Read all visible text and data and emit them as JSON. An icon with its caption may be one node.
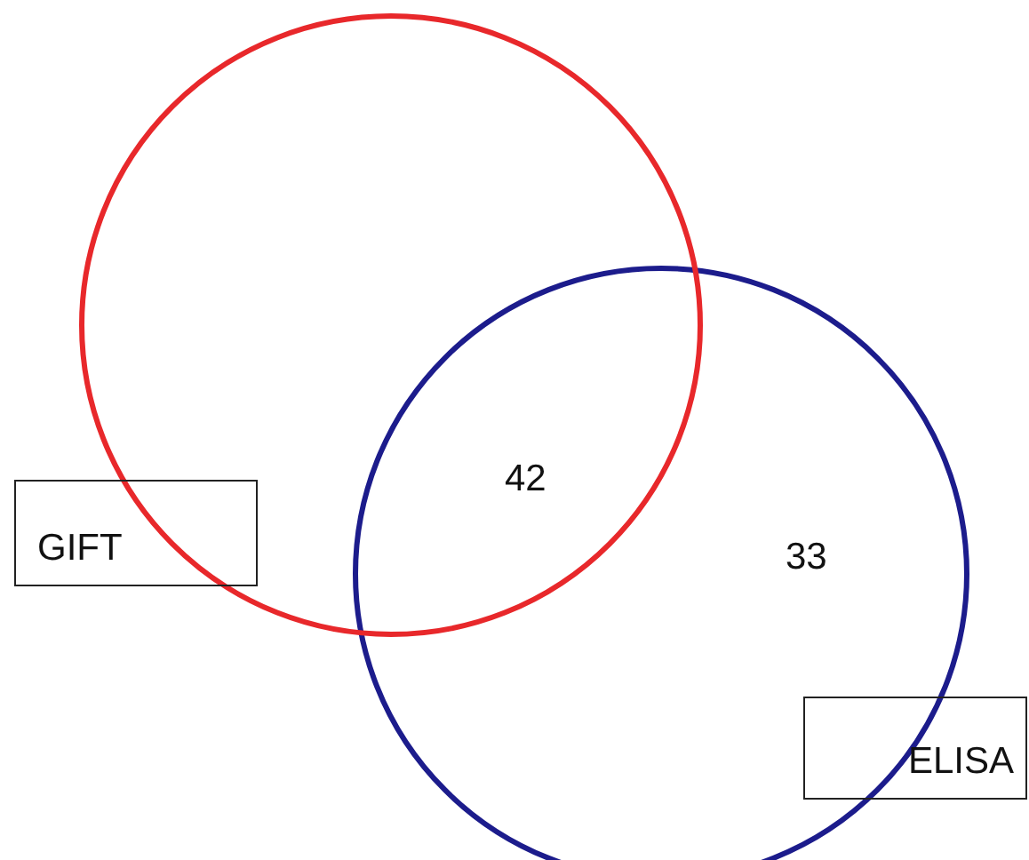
{
  "diagram": {
    "nodes": [
      {
        "text": [],
        "shape": "circle"
      },
      {
        "text": [],
        "shape": "circle"
      },
      {
        "text": [
          "GIFT"
        ]
      },
      {
        "text": [
          "ELISA"
        ]
      }
    ],
    "labels": [
      "42",
      "33"
    ]
  }
}
